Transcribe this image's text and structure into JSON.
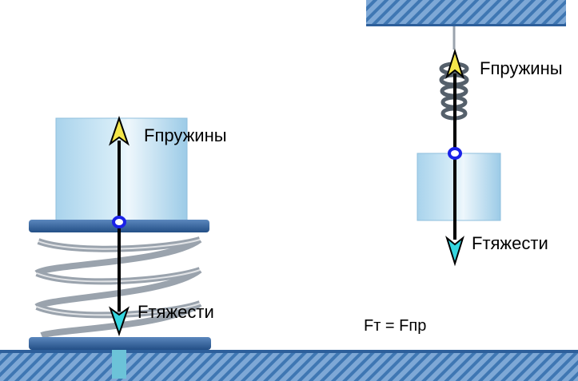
{
  "labels": {
    "f_spring_left": "Fпружины",
    "f_gravity_left": "Fтяжести",
    "f_spring_right": "Fпружины",
    "f_gravity_right": "Fтяжести",
    "equation": "Fт = Fпр"
  },
  "colors": {
    "ground_blue": "#5a8fc4",
    "block_face": "#bfe0f2",
    "block_top": "#dbeef8",
    "plate": "#2d5f9b",
    "spring_coil": "#9aa3ad",
    "arrow_up_head": "#f4e64a",
    "arrow_down_head": "#36d6e0",
    "point": "#1a22e8",
    "arrow_shaft": "#000000"
  },
  "icons": {
    "arrow_up": "arrow-up-icon",
    "arrow_down": "arrow-down-icon",
    "application_point": "point-icon"
  }
}
